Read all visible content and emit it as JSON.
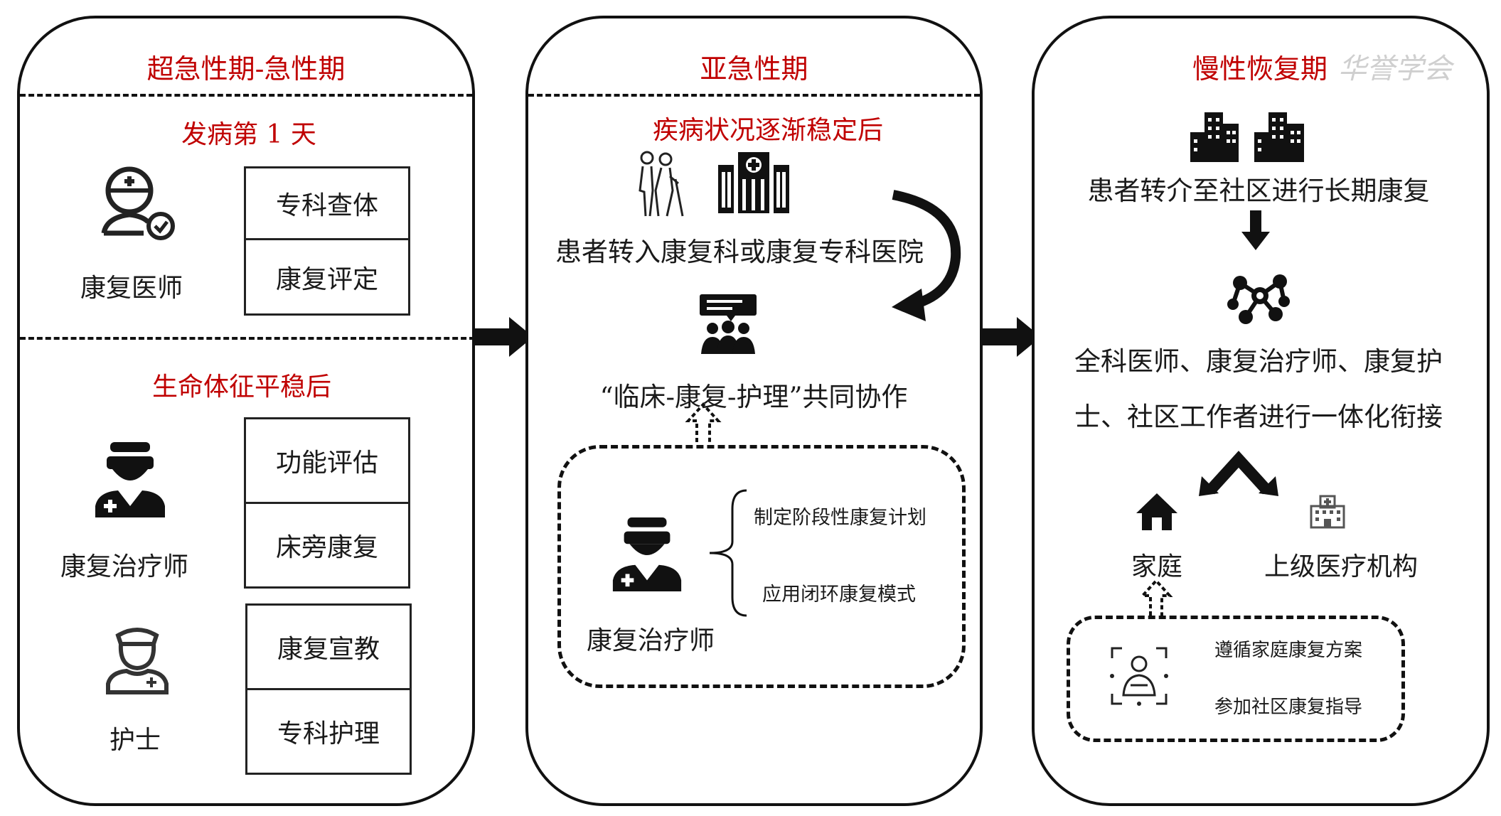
{
  "stage1": {
    "title": "超急性期-急性期",
    "part1": {
      "subtitle": "发病第 1 天",
      "role": "康复医师",
      "tasks": [
        "专科查体",
        "康复评定"
      ]
    },
    "part2": {
      "subtitle": "生命体征平稳后",
      "therapist": {
        "role": "康复治疗师",
        "tasks": [
          "功能评估",
          "床旁康复"
        ]
      },
      "nurse": {
        "role": "护士",
        "tasks": [
          "康复宣教",
          "专科护理"
        ]
      }
    }
  },
  "stage2": {
    "title": "亚急性期",
    "subtitle": "疾病状况逐渐稳定后",
    "transfer_text": "患者转入康复科或康复专科医院",
    "collab_text": "“临床-康复-护理”共同协作",
    "therapist_role": "康复治疗师",
    "therapist_tasks": [
      "制定阶段性康复计划",
      "应用闭环康复模式"
    ]
  },
  "stage3": {
    "title": "慢性恢复期",
    "watermark": "华誉学会",
    "community_text": "患者转介至社区进行长期康复",
    "team_text_line1": "全科医师、康复治疗师、康复护",
    "team_text_line2": "士、社区工作者进行一体化衔接",
    "home_label": "家庭",
    "hospital_label": "上级医疗机构",
    "home_tasks": [
      "遵循家庭康复方案",
      "参加社区康复指导"
    ]
  },
  "colors": {
    "accent": "#c00000",
    "line": "#111111"
  },
  "icons": [
    "doctor-check-icon",
    "therapist-icon",
    "nurse-icon",
    "elderly-walking-icon",
    "hospital-building-icon",
    "team-meeting-icon",
    "curved-arrow-icon",
    "city-buildings-icon",
    "down-arrow-icon",
    "network-icon",
    "double-arrow-icon",
    "home-icon",
    "small-hospital-icon",
    "person-focus-icon",
    "dashed-up-arrow-icon"
  ]
}
